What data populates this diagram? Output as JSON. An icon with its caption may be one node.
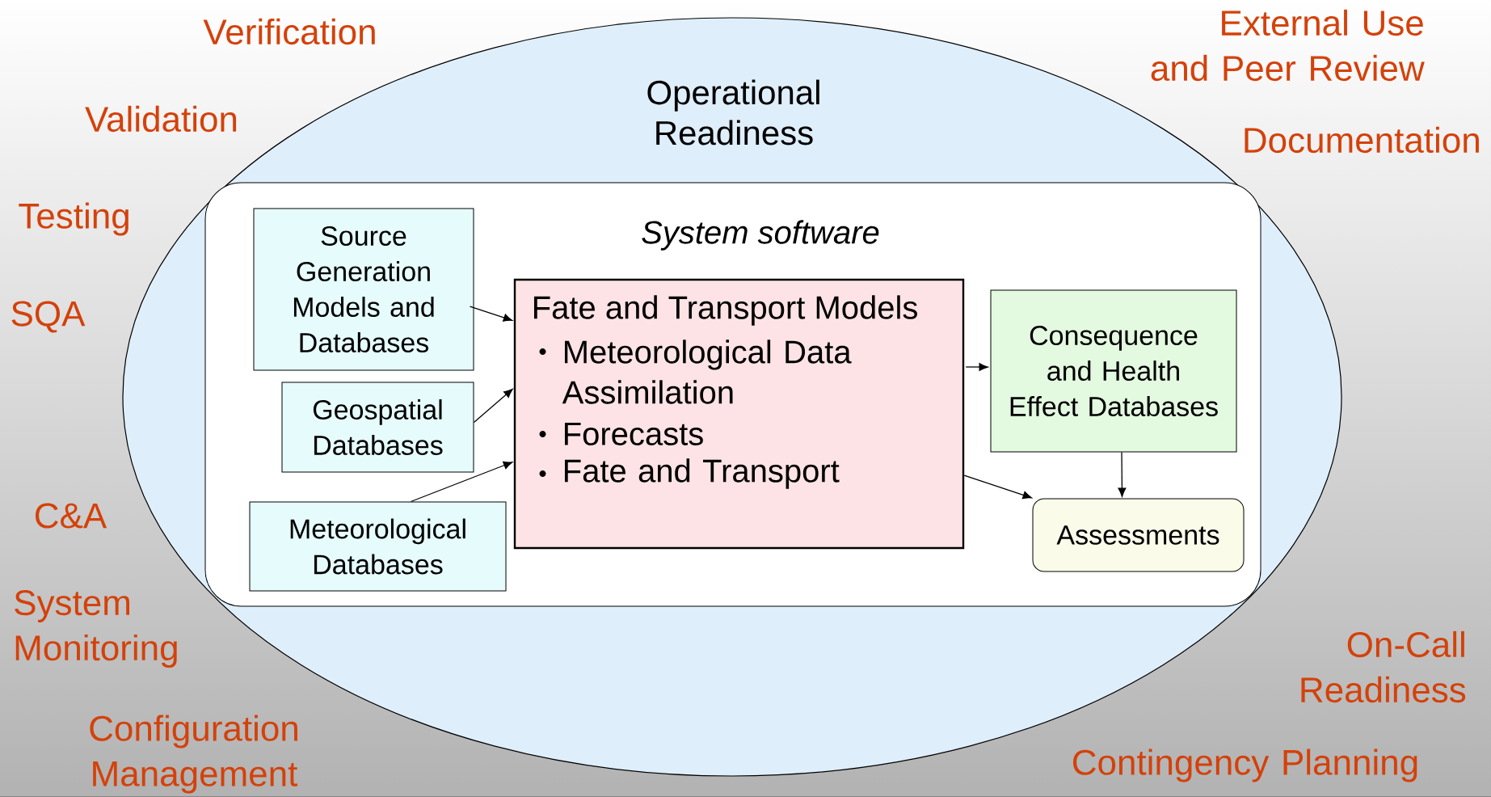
{
  "diagram": {
    "nodes": [
      {
        "text": [
          "Operational Readiness"
        ]
      },
      {
        "text": [
          "System software"
        ],
        "in": 0
      },
      {
        "text": [
          "Source Generation Models and Databases"
        ],
        "in": 1
      },
      {
        "text": [
          "Geospatial Databases"
        ],
        "in": 1
      },
      {
        "text": [
          "Meteorological Databases"
        ],
        "in": 1
      },
      {
        "text": [
          "Fate and Transport Models",
          "Meteorological Data Assimilation",
          "Forecasts",
          "Fate and Transport"
        ],
        "in": 1
      },
      {
        "text": [
          "Consequence and Health Effect Databases"
        ],
        "in": 1
      },
      {
        "text": [
          "Assessments"
        ],
        "in": 1
      }
    ],
    "edges": [
      {
        "from": 2,
        "to": 5,
        "arrow": "to"
      },
      {
        "from": 3,
        "to": 5,
        "arrow": "to"
      },
      {
        "from": 4,
        "to": 5,
        "arrow": "to"
      },
      {
        "from": 5,
        "to": 6,
        "arrow": "to"
      },
      {
        "from": 6,
        "to": 7,
        "arrow": "to"
      },
      {
        "from": 5,
        "to": 7,
        "arrow": "to"
      }
    ],
    "labels": [
      "Verification",
      "External Use and Peer Review",
      "Validation",
      "Documentation",
      "Testing",
      "SQA",
      "C&A",
      "System Monitoring",
      "On-Call Readiness",
      "Configuration Management",
      "Contingency Planning"
    ]
  }
}
